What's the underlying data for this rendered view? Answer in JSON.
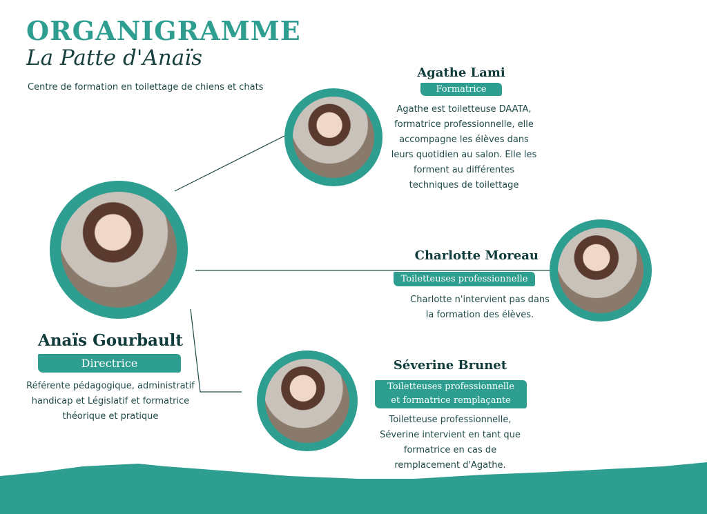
{
  "header": {
    "title": "ORGANIGRAMME",
    "subtitle": "La Patte d'Anaïs",
    "tagline": "Centre de formation en toilettage de chiens et chats"
  },
  "people": {
    "director": {
      "name": "Anaïs Gourbault",
      "role": "Directrice",
      "desc": [
        "Référente pédagogique, administratif",
        "handicap et Législatif et formatrice",
        "théorique et pratique"
      ]
    },
    "agathe": {
      "name": "Agathe Lami",
      "role": "Formatrice",
      "desc": [
        "Agathe est toiletteuse DAATA,",
        "formatrice professionnelle, elle",
        "accompagne les élèves dans",
        "leurs quotidien au salon. Elle les",
        "forment au différentes",
        "techniques de toilettage"
      ]
    },
    "charlotte": {
      "name": "Charlotte Moreau",
      "role": "Toiletteuses professionnelle",
      "desc": [
        "Charlotte n'intervient pas dans",
        "la formation des élèves."
      ]
    },
    "severine": {
      "name": "Séverine Brunet",
      "role": [
        "Toiletteuses professionnelle",
        "et formatrice remplaçante"
      ],
      "desc": [
        "Toiletteuse professionnelle,",
        "Séverine intervient en tant que",
        "formatrice en cas de",
        "remplacement d'Agathe."
      ]
    }
  },
  "colors": {
    "accent": "#2e9e91",
    "dark": "#0f3b3a"
  }
}
